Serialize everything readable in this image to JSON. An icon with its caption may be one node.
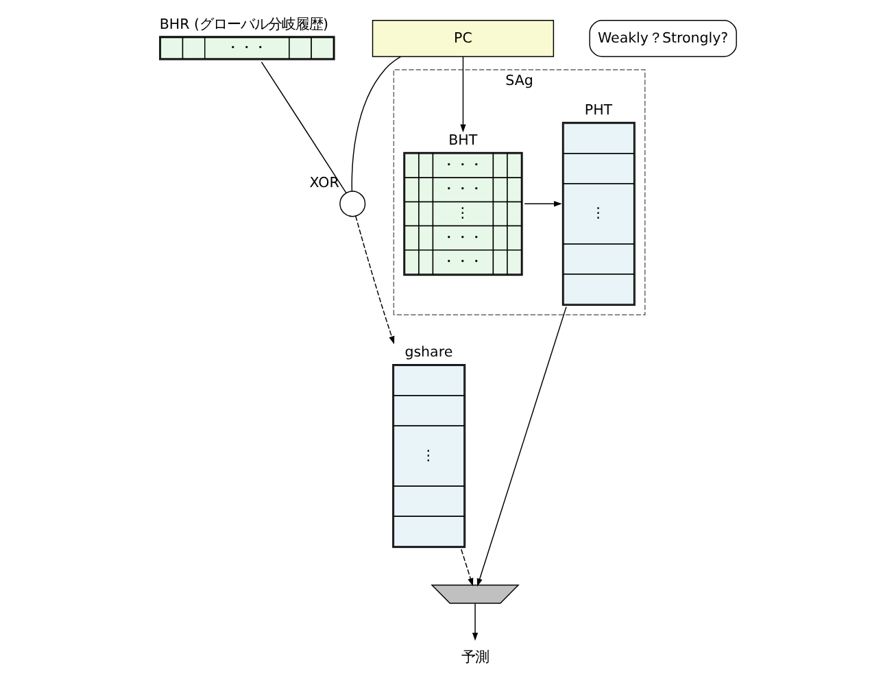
{
  "diagram": {
    "nodes": [
      {
        "text": [
          "PC"
        ]
      },
      {
        "text": [
          "BHR (グローバル分岐履歴)",
          "・・・"
        ]
      },
      {
        "text": [],
        "shape": "circle",
        "beside": [
          "XOR"
        ]
      },
      {
        "text": [
          "SAg"
        ]
      },
      {
        "text": [
          "BHT",
          "・・・",
          "・・・",
          "⋮",
          "・・・",
          "・・・"
        ],
        "in": 3
      },
      {
        "text": [
          "PHT",
          "⋮"
        ],
        "in": 3
      },
      {
        "text": [
          "gshare",
          "⋮"
        ]
      },
      {
        "text": [],
        "shape": "trapezoid"
      },
      {
        "text": [
          "予測"
        ]
      },
      {
        "text": [
          "Weakly？Strongly?"
        ]
      }
    ],
    "edges": [
      {
        "from": 0,
        "to": 4,
        "arrow": "to"
      },
      {
        "from": 0,
        "to": 2,
        "arrow": "none"
      },
      {
        "from": 1,
        "to": 2,
        "arrow": "none"
      },
      {
        "from": 2,
        "to": 6,
        "arrow": "to",
        "style": "dashed"
      },
      {
        "from": 4,
        "to": 5,
        "arrow": "to"
      },
      {
        "from": 5,
        "to": 7,
        "arrow": "to"
      },
      {
        "from": 6,
        "to": 7,
        "arrow": "to",
        "style": "dashed"
      },
      {
        "from": 7,
        "to": 8,
        "arrow": "to"
      }
    ]
  }
}
